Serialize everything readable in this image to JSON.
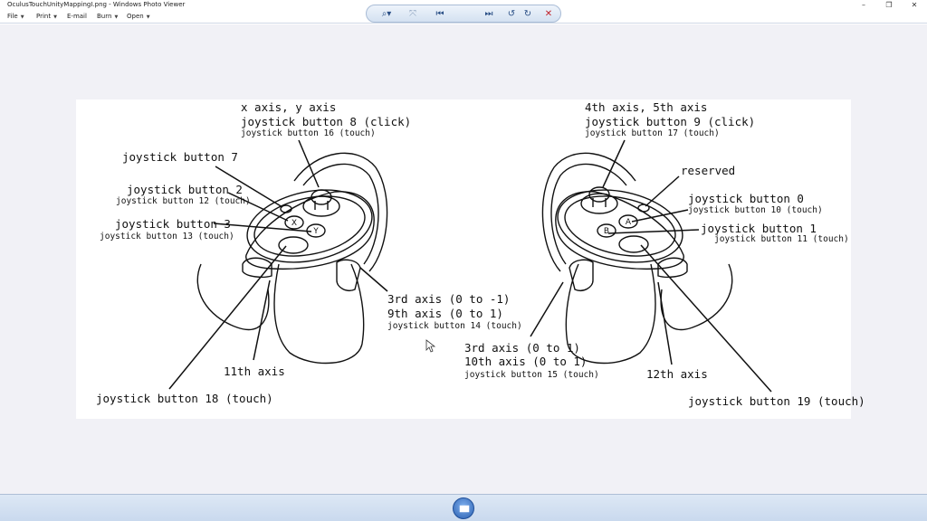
{
  "window": {
    "title": "OculusTouchUnityMappingI.png - Windows Photo Viewer",
    "controls": [
      "–",
      "❐",
      "✕"
    ]
  },
  "menubar": {
    "file": "File",
    "print": "Print",
    "email": "E-mail",
    "burn": "Burn",
    "open": "Open"
  },
  "diagram": {
    "left_controller": {
      "top_line1": "x axis, y axis",
      "top_line2": "joystick button 8 (click)",
      "top_line3": "joystick button 16 (touch)",
      "btn7": "joystick button 7",
      "btn2": "joystick button 2",
      "btn12": "joystick button 12 (touch)",
      "btn3": "joystick button 3",
      "btn13": "joystick button 13 (touch)",
      "axis3_line1": "3rd axis (0 to -1)",
      "axis3_line2": "9th axis (0 to 1)",
      "axis3_line3": "joystick button 14 (touch)",
      "axis11": "11th axis",
      "btn18": "joystick button 18 (touch)"
    },
    "right_controller": {
      "top_line1": "4th axis, 5th axis",
      "top_line2": "joystick button 9 (click)",
      "top_line3": "joystick button 17 (touch)",
      "reserved": "reserved",
      "btn0": "joystick button 0",
      "btn10": "joystick button 10 (touch)",
      "btn1": "joystick button 1",
      "btn11": "joystick button 11 (touch)",
      "axis3_line1": "3rd axis (0 to 1)",
      "axis3_line2": "10th axis (0 to 1)",
      "axis3_line3": "joystick button 15 (touch)",
      "axis12": "12th axis",
      "btn19": "joystick button 19 (touch)"
    },
    "button_glyphs": [
      "X",
      "Y",
      "A",
      "B"
    ]
  },
  "toolbar": {
    "zoom": "⌕▾",
    "fit": "⤧",
    "prev": "⏮",
    "next": "⏭",
    "rotate_ccw": "↺",
    "rotate_cw": "↻",
    "delete": "✕"
  }
}
